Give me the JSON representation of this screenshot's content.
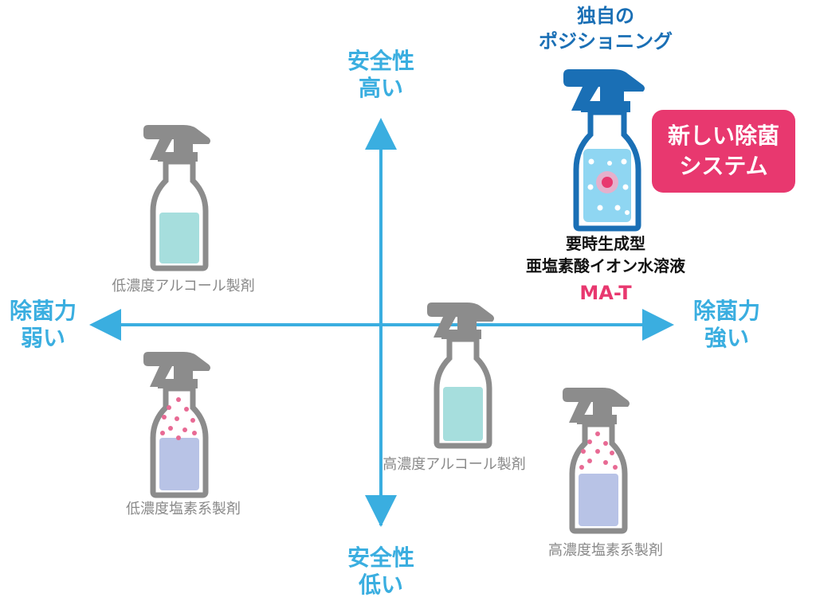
{
  "axes": {
    "top": {
      "line1": "安全性",
      "line2": "高い"
    },
    "bottom": {
      "line1": "安全性",
      "line2": "低い"
    },
    "left": {
      "line1": "除菌力",
      "line2": "弱い"
    },
    "right": {
      "line1": "除菌力",
      "line2": "強い"
    },
    "color": "#3aaee0"
  },
  "products": {
    "low_alcohol": {
      "label": "低濃度アルコール製剤",
      "liquid_color": "#a6dedd"
    },
    "high_alcohol": {
      "label": "高濃度アルコール製剤",
      "liquid_color": "#a6dedd"
    },
    "low_chlorine": {
      "label": "低濃度塩素系製剤",
      "liquid_color": "#b8c3e6"
    },
    "high_chlorine": {
      "label": "高濃度塩素系製剤",
      "liquid_color": "#b8c3e6"
    },
    "mat": {
      "positioning_line1": "独自の",
      "positioning_line2": "ポジショニング",
      "caption_line1": "要時生成型",
      "caption_line2": "亜塩素酸イオン水溶液",
      "name": "MA-T",
      "liquid_color": "#8fd6f2",
      "bottle_color": "#1a6fb5"
    }
  },
  "badge": {
    "line1": "新しい除菌",
    "line2": "システム",
    "color": "#e8386f"
  },
  "bottle_color": "#8c8c8c",
  "dot_color": "#e86a94"
}
